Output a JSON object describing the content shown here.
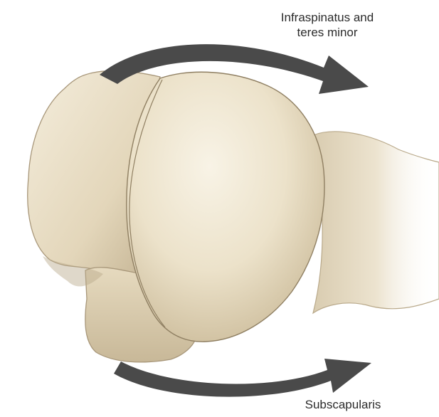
{
  "labels": {
    "top_line1": "Infraspinatus and",
    "top_line2": "teres minor",
    "bottom": "Subscapularis"
  },
  "colors": {
    "bone": "#e8ddc4",
    "bone_light": "#f6f0e1",
    "bone_shadow": "#b9a98a",
    "arrow": "#4a4a4a",
    "text": "#2b2b2b"
  },
  "arrows": [
    {
      "name": "external-rotation-arrow",
      "label_ref": "top",
      "direction": "clockwise"
    },
    {
      "name": "internal-rotation-arrow",
      "label_ref": "bottom",
      "direction": "counter-clockwise"
    }
  ]
}
